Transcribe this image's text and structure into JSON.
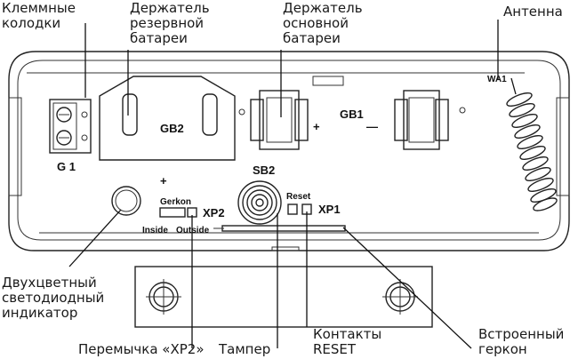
{
  "labels": {
    "terminal_1": "Клеммные",
    "terminal_2": "колодки",
    "reserve_1": "Держатель",
    "reserve_2": "резервной",
    "reserve_3": "батареи",
    "main_1": "Держатель",
    "main_2": "основной",
    "main_3": "батареи",
    "antenna": "Антенна",
    "led_1": "Двухцветный",
    "led_2": "светодиодный",
    "led_3": "индикатор",
    "jumper": "Перемычка «XP2»",
    "tamper": "Тампер",
    "reset_1": "Контакты",
    "reset_2": "RESET",
    "reed_1": "Встроенный",
    "reed_2": "геркон"
  },
  "pcb": {
    "g1": "G 1",
    "gb2": "GB2",
    "gb1": "GB1",
    "plus": "+",
    "minus": "—",
    "wa1": "WA1",
    "sb2": "SB2",
    "gerkon": "Gerkon",
    "xp2": "XP2",
    "reset": "Reset",
    "xp1": "XP1",
    "inside": "Inside",
    "outside": "Outside"
  },
  "colors": {
    "line": "#222222",
    "text": "#1a1a1a",
    "background": "#ffffff"
  }
}
